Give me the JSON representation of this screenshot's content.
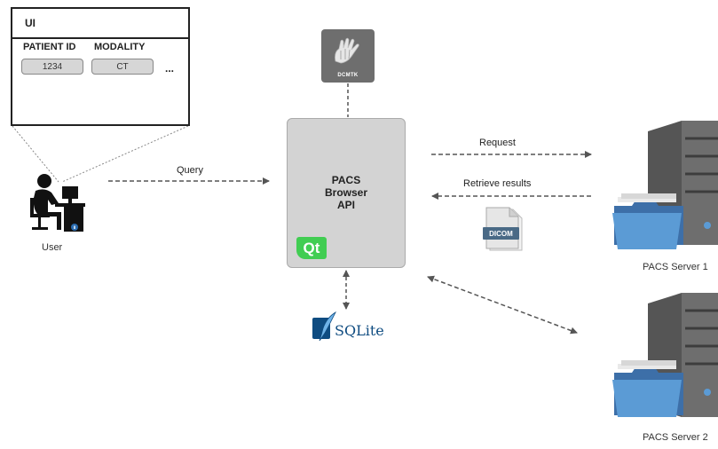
{
  "ui_panel": {
    "title": "UI",
    "columns": [
      {
        "header": "PATIENT ID",
        "value": "1234"
      },
      {
        "header": "MODALITY",
        "value": "CT"
      }
    ],
    "more": "..."
  },
  "user": {
    "label": "User",
    "icon": "user-workstation-icon"
  },
  "arrows": {
    "query": "Query",
    "request": "Request",
    "retrieve": "Retrieve results"
  },
  "api": {
    "line1": "PACS",
    "line2": "Browser",
    "line3": "API",
    "qt_logo": "Qt"
  },
  "dcmtk": {
    "label": "DCMTK"
  },
  "sqlite": {
    "label": "SQLite"
  },
  "dicom": {
    "label": "DICOM"
  },
  "servers": [
    {
      "label": "PACS Server 1"
    },
    {
      "label": "PACS Server 2"
    }
  ],
  "colors": {
    "arrow": "#555555",
    "api_box": "#d3d3d3",
    "qt_green": "#41cd52",
    "folder_blue": "#5b9bd5",
    "server_gray": "#707070"
  }
}
